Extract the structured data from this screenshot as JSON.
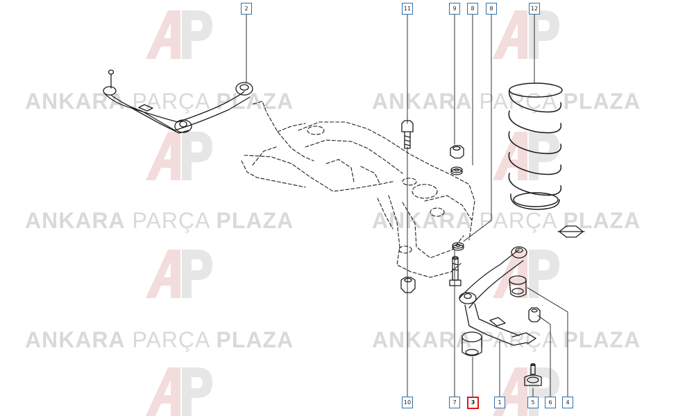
{
  "watermark": {
    "text_bold_1": "ANKARA",
    "text_light": "PARÇA",
    "text_bold_2": "PLAZA",
    "logo": "ap-logo",
    "color": "#d9d9d9"
  },
  "callouts": [
    {
      "id": "c2",
      "text": "2",
      "active": false
    },
    {
      "id": "c11",
      "text": "11",
      "active": false
    },
    {
      "id": "c9",
      "text": "9",
      "active": false
    },
    {
      "id": "c8a",
      "text": "8",
      "active": false
    },
    {
      "id": "c8b",
      "text": "8",
      "active": false
    },
    {
      "id": "c12",
      "text": "12",
      "active": false
    },
    {
      "id": "c10",
      "text": "10",
      "active": false
    },
    {
      "id": "c7",
      "text": "7",
      "active": false
    },
    {
      "id": "c3",
      "text": "3",
      "active": true
    },
    {
      "id": "c1",
      "text": "1",
      "active": false
    },
    {
      "id": "c5",
      "text": "5",
      "active": false
    },
    {
      "id": "c6",
      "text": "6",
      "active": false
    },
    {
      "id": "c4",
      "text": "4",
      "active": false
    }
  ],
  "colors": {
    "callout_border": "#2e6fa8",
    "callout_active": "#e3131b",
    "line": "#1a1a1a",
    "watermark_logo": "#f1d4d4"
  }
}
